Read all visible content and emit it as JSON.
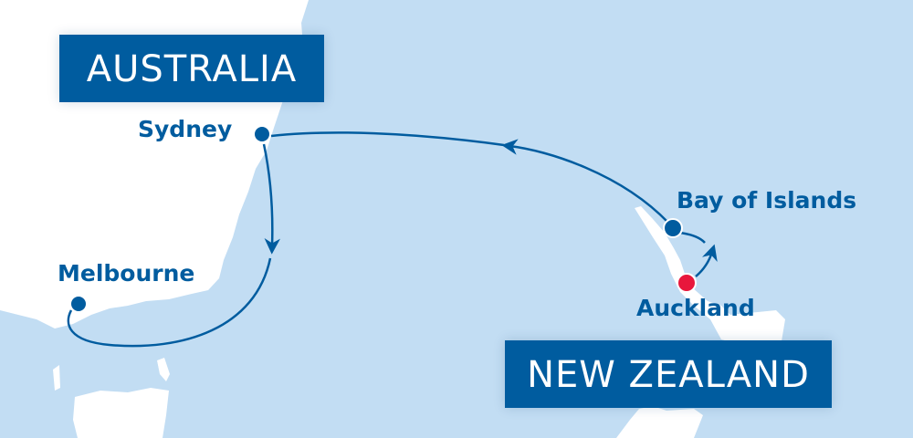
{
  "countries": {
    "australia": "AUSTRALIA",
    "new_zealand": "NEW ZEALAND"
  },
  "cities": {
    "sydney": "Sydney",
    "melbourne": "Melbourne",
    "bay_of_islands": "Bay of Islands",
    "auckland": "Auckland"
  },
  "colors": {
    "sea": "#c2ddf3",
    "land": "#ffffff",
    "route": "#005c9f",
    "start_marker": "#e8173c"
  }
}
